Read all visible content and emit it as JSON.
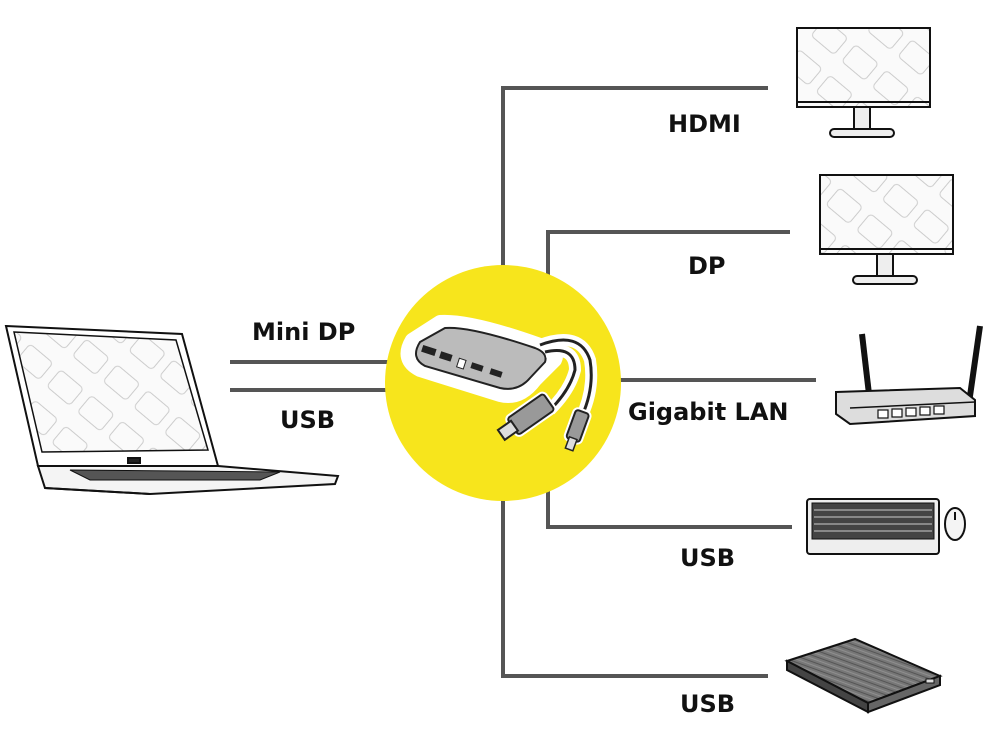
{
  "colors": {
    "hub_circle": "#f7e51c",
    "wire": "#555555",
    "device_line": "#111111",
    "background": "#ffffff"
  },
  "source": {
    "device": "laptop",
    "connections": [
      {
        "label": "Mini DP"
      },
      {
        "label": "USB"
      }
    ]
  },
  "hub": {
    "device": "usb-hub-adapter"
  },
  "outputs": [
    {
      "label": "HDMI",
      "device": "monitor"
    },
    {
      "label": "DP",
      "device": "monitor"
    },
    {
      "label": "Gigabit LAN",
      "device": "router"
    },
    {
      "label": "USB",
      "device": "keyboard-mouse"
    },
    {
      "label": "USB",
      "device": "external-hard-drive"
    }
  ]
}
